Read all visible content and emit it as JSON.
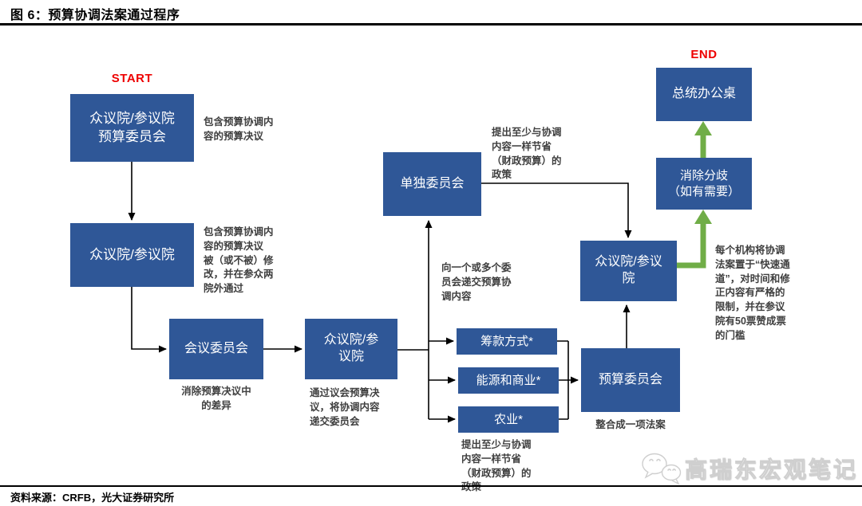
{
  "title": "图 6：预算协调法案通过程序",
  "source_note": "资料来源：CRFB，光大证券研究所",
  "watermark": {
    "label": "高瑞东宏观笔记",
    "icon": "wechat-icon"
  },
  "colors": {
    "box_blue": "#2f5797",
    "arrow_green": "#70ad47",
    "label_red": "#ee0000",
    "annotation_gray": "#3f3f3f"
  },
  "flow": {
    "start_label": "START",
    "end_label": "END",
    "boxes": [
      {
        "id": "house-senate-budget-committees",
        "text": "众议院/参议院\n预算委员会"
      },
      {
        "id": "house-senate",
        "text": "众议院/参议院"
      },
      {
        "id": "conference-committee",
        "text": "会议委员会"
      },
      {
        "id": "house-senate-pass",
        "text": "众议院/参\n议院"
      },
      {
        "id": "single-committee",
        "text": "单独委员会"
      },
      {
        "id": "ways-and-means",
        "text": "筹款方式*"
      },
      {
        "id": "energy-and-commerce",
        "text": "能源和商业*"
      },
      {
        "id": "agriculture",
        "text": "农业*"
      },
      {
        "id": "budget-committee",
        "text": "预算委员会"
      },
      {
        "id": "house-senate-vote",
        "text": "众议院/参议\n院"
      },
      {
        "id": "resolve-differences",
        "text": "消除分歧\n（如有需要）"
      },
      {
        "id": "presidents-desk",
        "text": "总统办公桌"
      }
    ],
    "annotations": [
      {
        "id": "budget-resolution",
        "text": "包含预算协调内\n容的预算决议"
      },
      {
        "id": "resolution-amended",
        "text": "包含预算协调内\n容的预算决议\n被（或不被）修\n改，并在参众两\n院外通过"
      },
      {
        "id": "eliminate-differences",
        "text": "消除预算决议中\n的差异"
      },
      {
        "id": "pass-resolution",
        "text": "通过议会预算决\n议，将协调内容\n递交委员会"
      },
      {
        "id": "savings-policy-top",
        "text": "提出至少与协调\n内容一样节省\n（财政预算）的\n政策"
      },
      {
        "id": "submit-to-committees",
        "text": "向一个或多个委\n员会递交预算协\n调内容"
      },
      {
        "id": "savings-policy-bottom",
        "text": "提出至少与协调\n内容一样节省\n（财政预算）的\n政策"
      },
      {
        "id": "fast-track",
        "text": "每个机构将协调\n法案置于“快速通\n道”，对时间和修\n正内容有严格的\n限制，并在参议\n院有50票赞成票\n的门槛"
      },
      {
        "id": "combine-bill",
        "text": "整合成一项法案"
      }
    ]
  }
}
